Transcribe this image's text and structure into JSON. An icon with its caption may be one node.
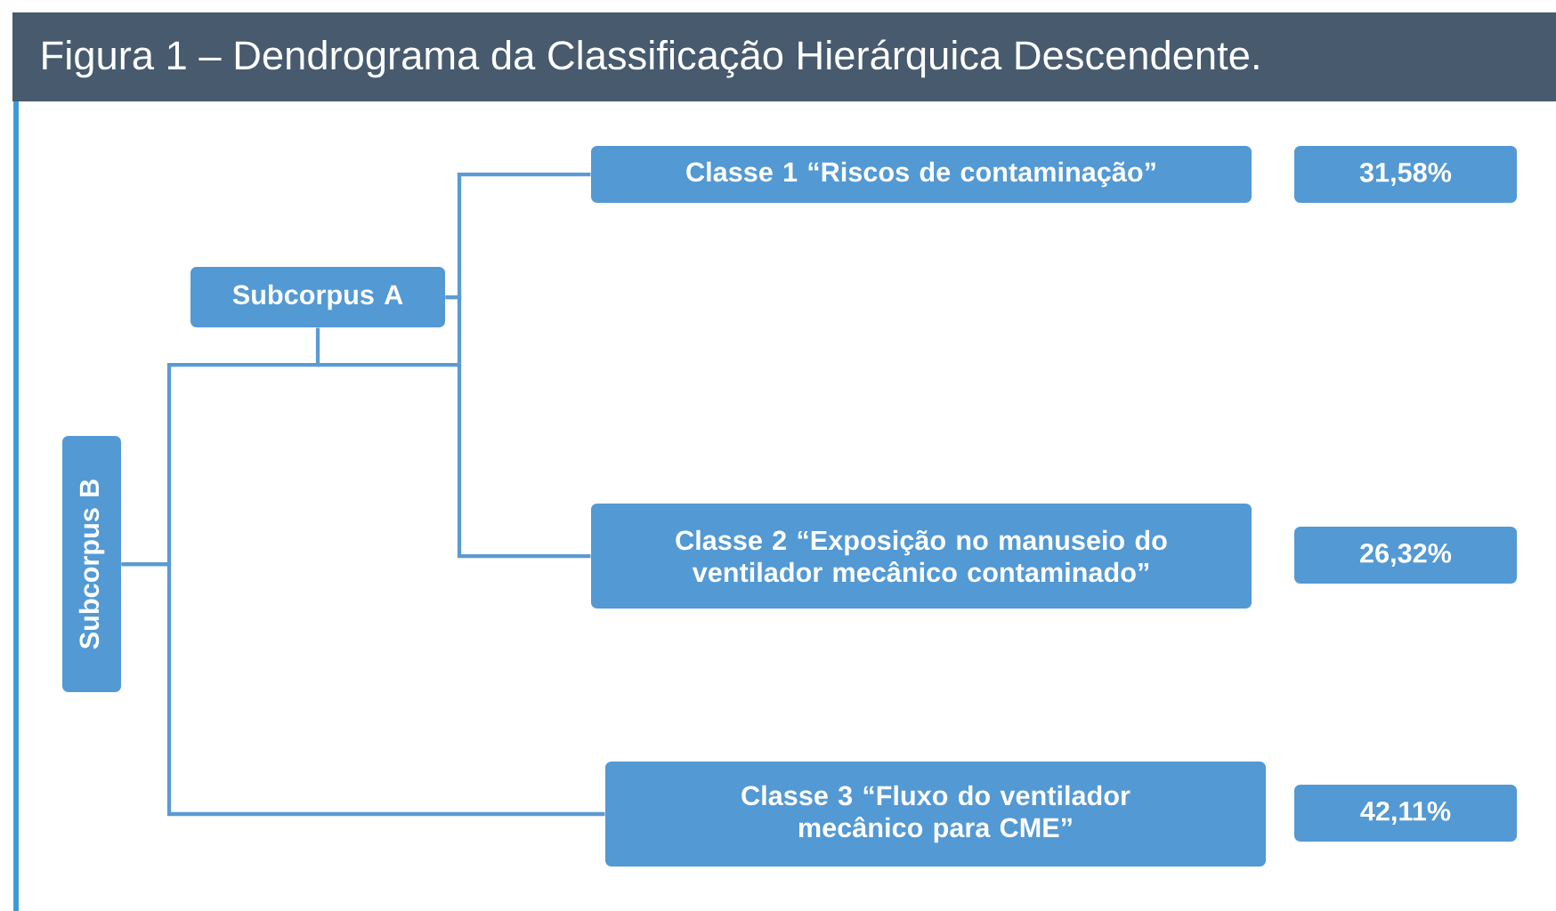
{
  "diagram": {
    "title": "Figura 1 – Dendrograma da Classificação Hierárquica Descendente.",
    "nodes": [
      {
        "text": [
          "Subcorpus B"
        ]
      },
      {
        "text": [
          "Subcorpus A"
        ]
      },
      {
        "text": [
          "Classe 1 “Riscos de contaminação”"
        ]
      },
      {
        "text": [
          "Classe 2 “Exposição no manuseio do ventilador mecânico contaminado”"
        ]
      },
      {
        "text": [
          "Classe 3 “Fluxo do ventilador mecânico para CME”"
        ]
      },
      {
        "text": [
          "31,58%"
        ]
      },
      {
        "text": [
          "26,32%"
        ]
      },
      {
        "text": [
          "42,11%"
        ]
      }
    ],
    "edges": [
      {
        "from": 1,
        "to": 2,
        "arrow": "none"
      },
      {
        "from": 1,
        "to": 3,
        "arrow": "none"
      },
      {
        "from": 0,
        "to": 1,
        "arrow": "none"
      },
      {
        "from": 0,
        "to": 4,
        "arrow": "none"
      }
    ]
  }
}
